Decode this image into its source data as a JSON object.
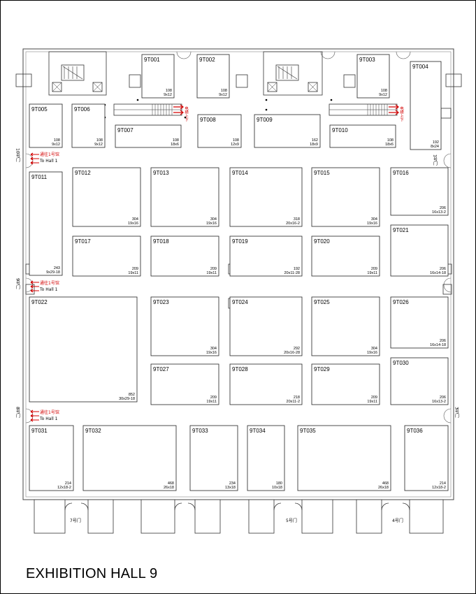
{
  "title": "EXHIBITION HALL 9",
  "booths": [
    {
      "id": "9T001",
      "area": "108",
      "dims": "9x12"
    },
    {
      "id": "9T002",
      "area": "108",
      "dims": "9x12"
    },
    {
      "id": "9T003",
      "area": "108",
      "dims": "9x12"
    },
    {
      "id": "9T004",
      "area": "192",
      "dims": "8x24"
    },
    {
      "id": "9T005",
      "area": "108",
      "dims": "9x12"
    },
    {
      "id": "9T006",
      "area": "108",
      "dims": "9x12"
    },
    {
      "id": "9T007",
      "area": "108",
      "dims": "18x6"
    },
    {
      "id": "9T008",
      "area": "108",
      "dims": "12x9"
    },
    {
      "id": "9T009",
      "area": "162",
      "dims": "18x9"
    },
    {
      "id": "9T010",
      "area": "108",
      "dims": "18x6"
    },
    {
      "id": "9T011",
      "area": "243",
      "dims": "9x29-18"
    },
    {
      "id": "9T012",
      "area": "304",
      "dims": "19x16"
    },
    {
      "id": "9T013",
      "area": "304",
      "dims": "19x16"
    },
    {
      "id": "9T014",
      "area": "318",
      "dims": "20x16-2"
    },
    {
      "id": "9T015",
      "area": "304",
      "dims": "19x16"
    },
    {
      "id": "9T016",
      "area": "206",
      "dims": "16x13-2"
    },
    {
      "id": "9T017",
      "area": "209",
      "dims": "19x11"
    },
    {
      "id": "9T018",
      "area": "209",
      "dims": "19x11"
    },
    {
      "id": "9T019",
      "area": "192",
      "dims": "20x11-28"
    },
    {
      "id": "9T020",
      "area": "209",
      "dims": "19x11"
    },
    {
      "id": "9T021",
      "area": "206",
      "dims": "16x14-18"
    },
    {
      "id": "9T022",
      "area": "852",
      "dims": "30x29-18"
    },
    {
      "id": "9T023",
      "area": "304",
      "dims": "19x16"
    },
    {
      "id": "9T024",
      "area": "292",
      "dims": "20x16-28"
    },
    {
      "id": "9T025",
      "area": "304",
      "dims": "19x16"
    },
    {
      "id": "9T026",
      "area": "206",
      "dims": "16x14-18"
    },
    {
      "id": "9T027",
      "area": "209",
      "dims": "19x11"
    },
    {
      "id": "9T028",
      "area": "218",
      "dims": "20x11-2"
    },
    {
      "id": "9T029",
      "area": "209",
      "dims": "19x11"
    },
    {
      "id": "9T030",
      "area": "206",
      "dims": "16x13-2"
    },
    {
      "id": "9T031",
      "area": "214",
      "dims": "12x18-2"
    },
    {
      "id": "9T032",
      "area": "468",
      "dims": "26x18"
    },
    {
      "id": "9T033",
      "area": "234",
      "dims": "13x18"
    },
    {
      "id": "9T034",
      "area": "180",
      "dims": "10x18"
    },
    {
      "id": "9T035",
      "area": "468",
      "dims": "26x18"
    },
    {
      "id": "9T036",
      "area": "214",
      "dims": "12x18-2"
    }
  ],
  "doors": {
    "d1": "1号门",
    "d3": "3号门",
    "d4": "4号门",
    "d5": "5号门",
    "d7": "7号门",
    "d8": "8号门",
    "d9": "9号门",
    "d10": "10号门"
  },
  "to_hall_cn": "通往1号馆",
  "to_hall_en": "To Hall 1",
  "escalator_label": "电梯上下"
}
